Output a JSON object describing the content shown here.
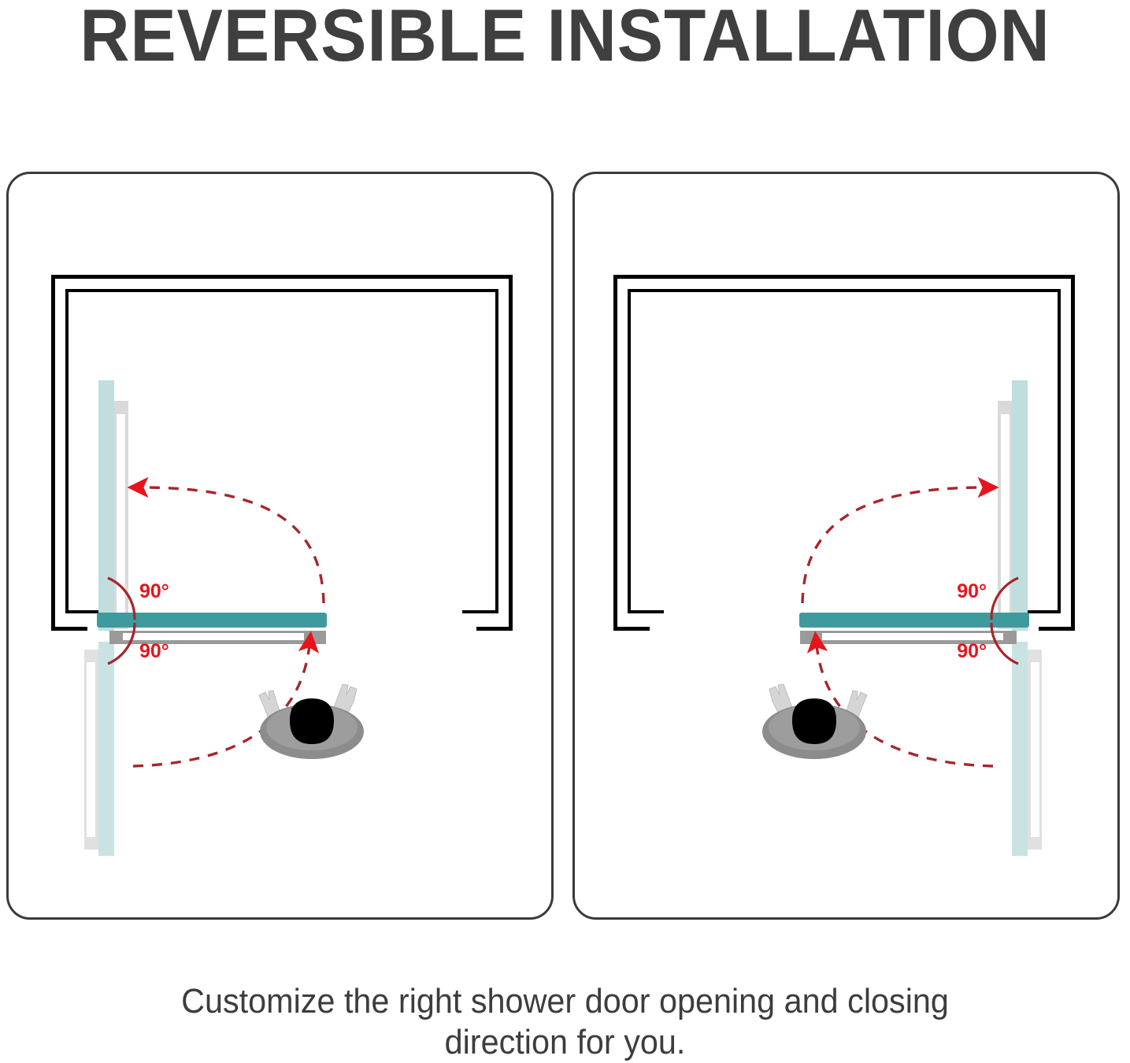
{
  "header": {
    "title": "REVERSIBLE INSTALLATION",
    "title_color": "#3f3f3f"
  },
  "caption": {
    "line1": "Customize the right shower door opening and closing",
    "line2": "direction for you."
  },
  "colors": {
    "frame_border": "#3a3a3a",
    "wall_line": "#000000",
    "glass_light_teal": "#bfdedd",
    "door_teal": "#3f9a9e",
    "shadow_gray": "#9a9a9a",
    "annotation_red": "#e8141c",
    "arc_dark_red": "#a8252b",
    "person_body": "#8c8c8c",
    "person_hair": "#000000",
    "person_arm": "#d5d5d5",
    "background": "#ffffff"
  },
  "panels": [
    {
      "id": "left-panel",
      "name": "left-hand-installation",
      "hinge_side": "left",
      "swing": "right-handed",
      "angle_label_top": "90°",
      "angle_label_bottom": "90°",
      "arc_open_direction": "outward-left",
      "arc_close_direction": "inward-down"
    },
    {
      "id": "right-panel",
      "name": "right-hand-installation",
      "hinge_side": "right",
      "swing": "left-handed",
      "angle_label_top": "90°",
      "angle_label_bottom": "90°",
      "arc_open_direction": "outward-right",
      "arc_close_direction": "inward-down"
    }
  ],
  "icons": {
    "arrow_head": "arrow-head-icon",
    "person": "person-top-view-icon",
    "door_panel": "door-panel-icon",
    "glass_panel": "glass-panel-icon"
  }
}
